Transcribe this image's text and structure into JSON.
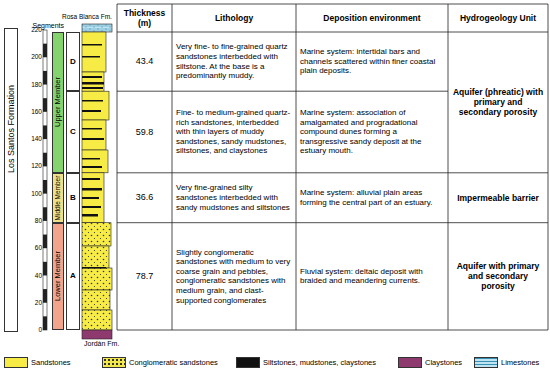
{
  "diagram": {
    "nodes": [
      {
        "text": [
          "Los Santos Formation"
        ]
      },
      {
        "text": [
          "Upper Member"
        ]
      },
      {
        "text": [
          "Middle Member"
        ]
      },
      {
        "text": [
          "Lower Member"
        ]
      },
      {
        "text": [
          "D"
        ]
      },
      {
        "text": [
          "C"
        ]
      },
      {
        "text": [
          "B"
        ]
      },
      {
        "text": [
          "A"
        ]
      }
    ],
    "labels": [
      "Segments",
      "Rosa Blanca Fm.",
      "Thickness (m)",
      "Lithology",
      "Deposition environment",
      "Hydrogeology Unit",
      "43.4",
      "Very fine- to fine-grained quartz sandstones interbedded with siltstone. At the base is a predominantly muddy.",
      "Marine system: intertidal bars and channels scattered within finer coastal plain deposits.",
      "Aquifer (phreatic) with primary and secondary porosity",
      "59.8",
      "Fine- to medium-grained quartz-rich sandstones, interbedded with thin layers of muddy sandstones, sandy mudstones, siltstones, and claystones",
      "Marine system: association of amalgamated and progradational compound dunes forming a transgressive sandy deposit at the estuary mouth.",
      "36.6",
      "Very fine-grained silty sandstones interbedded with sandy mudstones and siltstones",
      "Marine system: alluvial plain areas forming the central part of an estuary.",
      "Impermeable barrier",
      "78.7",
      "Slightly conglomeratic sandstones with medium to very coarse grain and pebbles, conglomeratic sandstones with medium grain, and clast-supported conglomerates",
      "Fluvial system: deltaic deposit with braided and meandering currents.",
      "Aquifer with primary and secondary porosity",
      "220",
      "200",
      "180",
      "160",
      "140",
      "120",
      "100",
      "80",
      "60",
      "40",
      "20",
      "0",
      "Jordán Fm."
    ],
    "legend": [
      {
        "text": "Sandstones",
        "color": "#f6ec45"
      },
      {
        "text": "Conglomeratic sandstones",
        "color": "#f3e84a"
      },
      {
        "text": "Siltstones, mudstones, claystones",
        "color": "#111111"
      },
      {
        "text": "Claystones",
        "color": "#8e3a6e"
      },
      {
        "text": "Limestones",
        "color": "#bfe4f2"
      }
    ]
  }
}
